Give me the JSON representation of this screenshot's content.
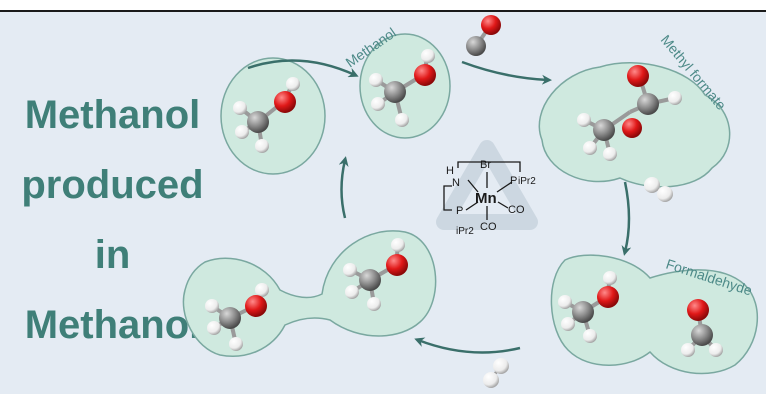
{
  "headline": {
    "line1": "Methanol",
    "line2": "produced",
    "line3": "in",
    "line4": "Methanol"
  },
  "labels": {
    "methanol": "Methanol",
    "methyl_formate": "Methyl formate",
    "formaldehyde": "Formaldehyde"
  },
  "catalyst": {
    "metal": "Mn",
    "halide": "Br",
    "amine": "H",
    "amine_n": "N",
    "phosphine_top": "P",
    "phosphine_top_sub": "iPr2",
    "phosphine_bottom": "P",
    "phosphine_bottom_sub": "iPr2",
    "carbonyl_1": "CO",
    "carbonyl_2": "CO"
  },
  "colors": {
    "text": "#3f7f78",
    "blob_fill": "#cfe9df",
    "blob_stroke": "#7aa8a0",
    "arrow": "#3a6f6a",
    "oxygen": "#e01818",
    "carbon": "#8c8c8c",
    "hydrogen": "#f2f2f2"
  }
}
